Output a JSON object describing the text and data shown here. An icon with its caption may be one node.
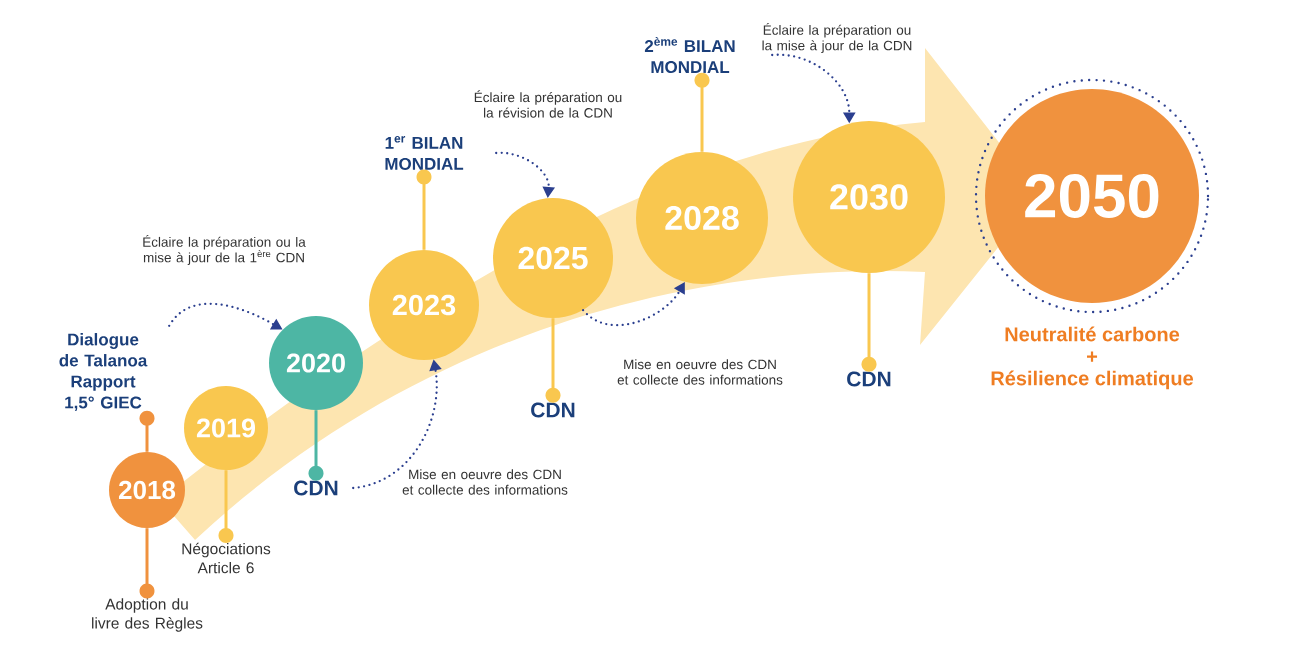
{
  "diagram": {
    "nodes": [
      {
        "text": [
          "2018"
        ]
      },
      {
        "text": [
          "2019"
        ]
      },
      {
        "text": [
          "2020"
        ]
      },
      {
        "text": [
          "2023"
        ]
      },
      {
        "text": [
          "2025"
        ]
      },
      {
        "text": [
          "2028"
        ]
      },
      {
        "text": [
          "2030"
        ]
      },
      {
        "text": [
          "2050"
        ],
        "beside": [
          "Neutralité carbone",
          "+",
          "Résilience climatique"
        ]
      },
      {
        "text": [
          "Dialogue de Talanoa Rapport 1,5° GIEC"
        ]
      },
      {
        "text": [
          "Adoption du livre des Règles"
        ]
      },
      {
        "text": [
          "Négociations Article 6"
        ]
      },
      {
        "text": [
          "CDN"
        ]
      },
      {
        "text": [
          "1$^{er}$ BILAN MONDIAL"
        ]
      },
      {
        "text": [
          "CDN"
        ]
      },
      {
        "text": [
          "2$^{ème}$ BILAN MONDIAL"
        ]
      },
      {
        "text": [
          "CDN"
        ]
      }
    ],
    "edges": [
      {
        "from": 0,
        "to": 8,
        "arrow": "other",
        "color": "#f0923e"
      },
      {
        "from": 0,
        "to": 9,
        "arrow": "other",
        "color": "#f0923e"
      },
      {
        "from": 1,
        "to": 10,
        "arrow": "other"
      },
      {
        "from": 2,
        "to": 11,
        "arrow": "other",
        "color": "#4db6a4"
      },
      {
        "from": 3,
        "to": 12,
        "arrow": "other"
      },
      {
        "from": 4,
        "to": 13,
        "arrow": "other"
      },
      {
        "from": 5,
        "to": 14,
        "arrow": "other"
      },
      {
        "from": 6,
        "to": 15,
        "arrow": "other"
      },
      {
        "from": 8,
        "to": 2,
        "arrow": "to",
        "style": "dashed",
        "color": "#2b3f8f",
        "label": "Éclaire la préparation ou la mise à jour de la 1$^{ère}$ CDN"
      },
      {
        "from": 11,
        "to": 3,
        "arrow": "to",
        "style": "dashed",
        "color": "#2b3f8f",
        "label": "Mise en oeuvre des CDN et collecte des informations"
      },
      {
        "from": 12,
        "to": 4,
        "arrow": "to",
        "style": "dashed",
        "color": "#2b3f8f",
        "label": "Éclaire la préparation ou la révision de la CDN"
      },
      {
        "from": 4,
        "to": 5,
        "arrow": "to",
        "style": "dashed",
        "color": "#2b3f8f",
        "label": "Mise en oeuvre des CDN et collecte des informations"
      },
      {
        "from": 14,
        "to": 6,
        "arrow": "to",
        "style": "dashed",
        "color": "#2b3f8f",
        "label": "Éclaire la préparation ou la mise à jour de la CDN"
      }
    ]
  }
}
